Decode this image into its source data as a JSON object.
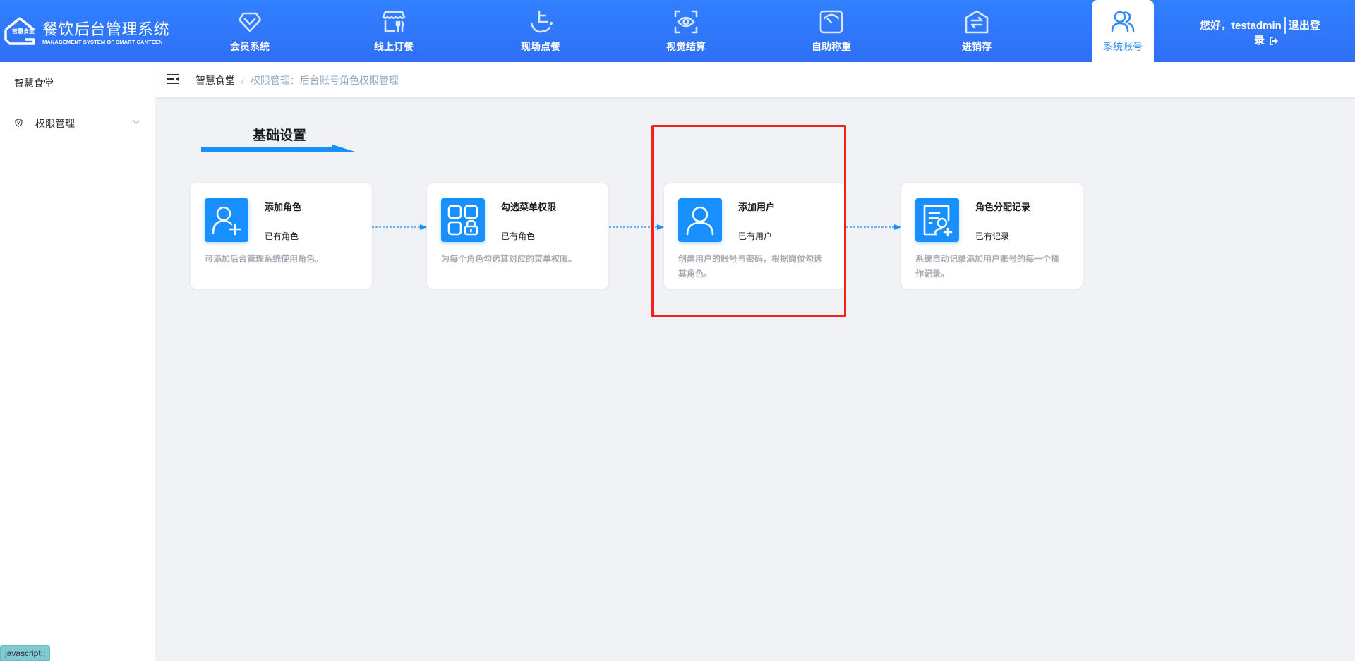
{
  "header": {
    "logo": {
      "mark_text": "智慧食堂",
      "title": "餐饮后台管理系统",
      "subtitle": "MANAGEMENT SYSTEM OF SMART CANTEEN"
    },
    "nav": [
      {
        "label": "会员系统",
        "icon": "diamond-icon"
      },
      {
        "label": "线上订餐",
        "icon": "storefront-icon"
      },
      {
        "label": "现场点餐",
        "icon": "bowl-icon"
      },
      {
        "label": "视觉结算",
        "icon": "eye-scan-icon"
      },
      {
        "label": "自助称重",
        "icon": "scale-icon"
      },
      {
        "label": "进销存",
        "icon": "warehouse-transfer-icon"
      },
      {
        "label": "系统账号",
        "icon": "users-icon",
        "active": true
      }
    ],
    "user": {
      "greeting": "您好，testadmin",
      "logout_part1": "退出登",
      "logout_part2": "录"
    },
    "colors": {
      "bg": "#3080ff",
      "active_text": "#2f8cf7"
    }
  },
  "sidebar": {
    "title": "智慧食堂",
    "items": [
      {
        "label": "权限管理",
        "icon": "shield-icon",
        "expandable": true
      }
    ]
  },
  "breadcrumb": {
    "home": "智慧食堂",
    "separator": "/",
    "current": "权限管理：后台账号角色权限管理"
  },
  "main": {
    "section_title": "基础设置",
    "cards": [
      {
        "title": "添加角色",
        "stat": "已有角色",
        "desc": "可添加后台管理系统使用角色。",
        "icon": "user-add-icon"
      },
      {
        "title": "勾选菜单权限",
        "stat": "已有角色",
        "desc": "为每个角色勾选其对应的菜单权限。",
        "icon": "grid-lock-icon"
      },
      {
        "title": "添加用户",
        "stat": "已有用户",
        "desc": "创建用户的账号与密码，根据岗位勾选其角色。",
        "icon": "user-icon",
        "highlighted": true
      },
      {
        "title": "角色分配记录",
        "stat": "已有记录",
        "desc": "系统自动记录添加用户账号的每一个操作记录。",
        "icon": "document-user-icon"
      }
    ],
    "accent_color": "#1890ff",
    "highlight_color": "#f5221b"
  },
  "status_bar": {
    "link_preview": "javascript:;"
  }
}
